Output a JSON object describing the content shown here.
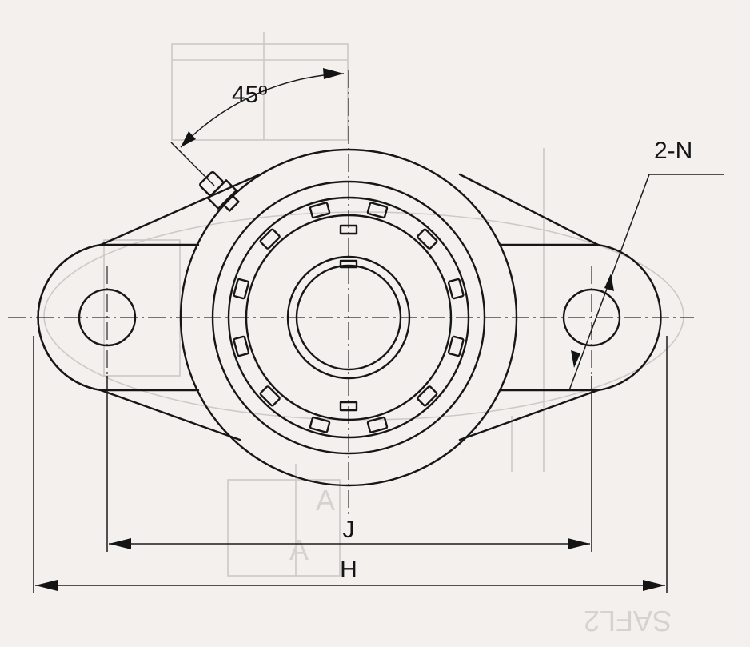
{
  "labels": {
    "angle": "45º",
    "holes": "2-N",
    "bolt_spacing": "J",
    "overall_length": "H",
    "ghost_section_a_top": "A",
    "ghost_section_a_bottom": "A",
    "ghost_model_code": "SAFL2"
  },
  "colors": {
    "background": "#f3f0ee",
    "ink": "#161616",
    "ghost": "#cdc9c6"
  }
}
